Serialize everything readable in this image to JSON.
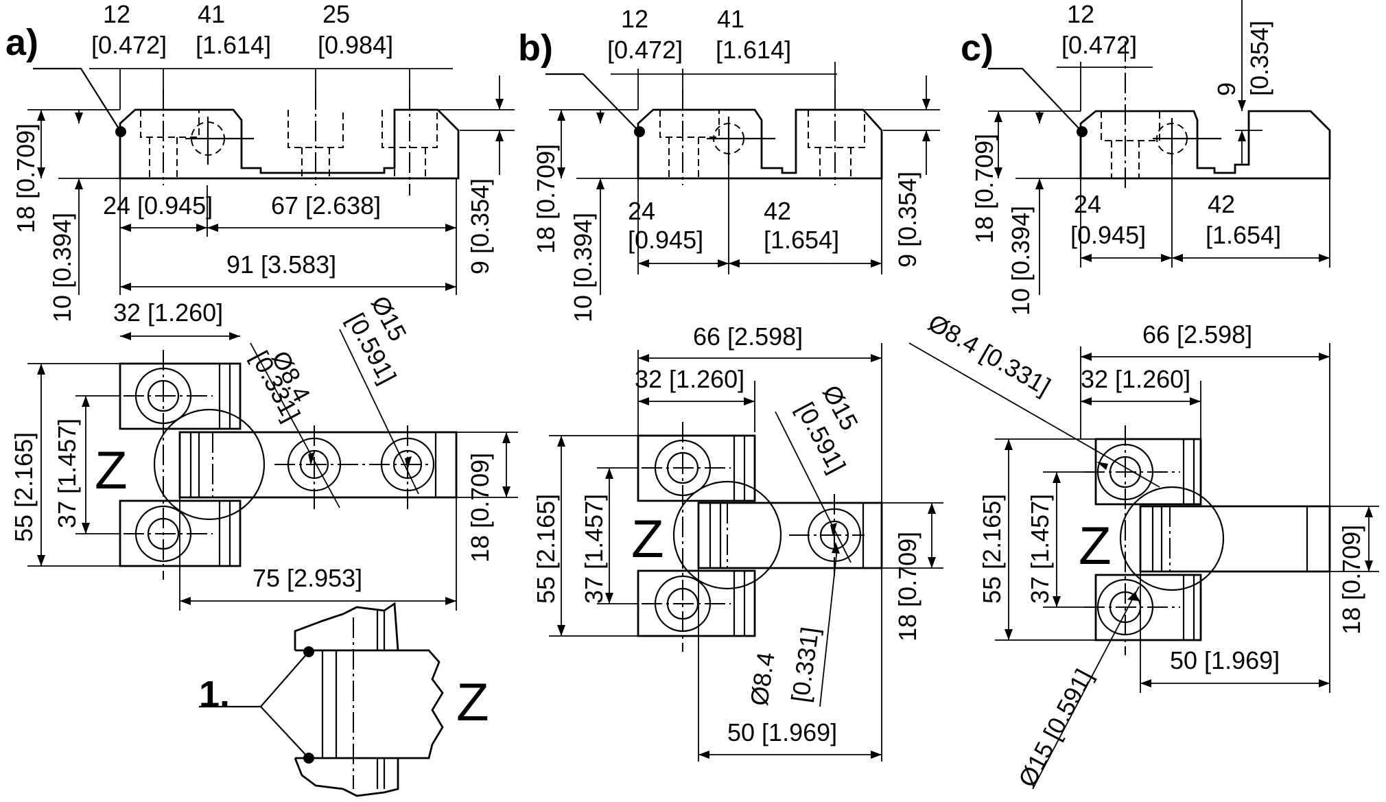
{
  "view_a": {
    "label": "a)",
    "top_dims": {
      "d12": "12",
      "d12_in": "[0.472]",
      "d41": "41",
      "d41_in": "[1.614]",
      "d25": "25",
      "d25_in": "[0.984]"
    },
    "d24": "24 [0.945]",
    "d67": "67 [2.638]",
    "d91": "91 [3.583]",
    "d18v": "18 [0.709]",
    "d10v": "10 [0.394]",
    "d9v": "9 [0.354]",
    "d32": "32 [1.260]",
    "phi84": "Ø8.4",
    "phi84_in": "[0.331]",
    "phi15": "Ø15",
    "phi15_in": "[0.591]",
    "d55": "55 [2.165]",
    "d37": "37 [1.457]",
    "d18b": "18 [0.709]",
    "d75": "75 [2.953]",
    "z": "Z"
  },
  "detail": {
    "label": "1.",
    "z": "Z"
  },
  "view_b": {
    "label": "b)",
    "d12": "12",
    "d12_in": "[0.472]",
    "d41": "41",
    "d41_in": "[1.614]",
    "d24": "24",
    "d24_in": "[0.945]",
    "d42": "42",
    "d42_in": "[1.654]",
    "d18v": "18 [0.709]",
    "d10v": "10 [0.394]",
    "d9v": "9 [0.354]",
    "d66": "66 [2.598]",
    "d32": "32 [1.260]",
    "phi15": "Ø15",
    "phi15_in": "[0.591]",
    "phi84": "Ø8.4",
    "phi84_in": "[0.331]",
    "d55": "55 [2.165]",
    "d37": "37 [1.457]",
    "d18b": "18 [0.709]",
    "d50": "50 [1.969]",
    "z": "Z"
  },
  "view_c": {
    "label": "c)",
    "d12": "12",
    "d12_in": "[0.472]",
    "d9": "9",
    "d9_in": "[0.354]",
    "d24": "24",
    "d24_in": "[0.945]",
    "d42": "42",
    "d42_in": "[1.654]",
    "d18v": "18 [0.709]",
    "d10v": "10 [0.394]",
    "d66": "66 [2.598]",
    "d32": "32 [1.260]",
    "phi84": "Ø8.4 [0.331]",
    "phi15": "Ø15 [0.591]",
    "d55": "55 [2.165]",
    "d37": "37 [1.457]",
    "d18b": "18 [0.709]",
    "d50": "50 [1.969]",
    "z": "Z"
  }
}
